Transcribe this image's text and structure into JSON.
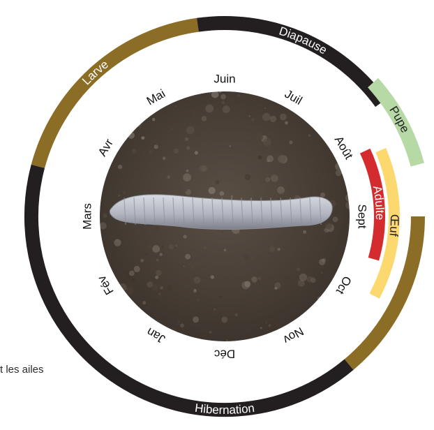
{
  "caption": "t les ailes",
  "colors": {
    "larve": "#8b6d26",
    "hibernation": "#231f20",
    "diapause": "#231f20",
    "pupe": "#b6d9a6",
    "oeuf": "#fbd96e",
    "adulte": "#d42b2f",
    "background": "#ffffff"
  },
  "photo": {
    "subject": "larva-on-soil",
    "soil_color": "#4a4037",
    "larva_color": "#b9bcc5"
  },
  "months": [
    {
      "label": "Juin",
      "angle": 0
    },
    {
      "label": "Juil",
      "angle": 30
    },
    {
      "label": "Août",
      "angle": 60
    },
    {
      "label": "Sept",
      "angle": 90
    },
    {
      "label": "Oct",
      "angle": 120
    },
    {
      "label": "Nov",
      "angle": 150
    },
    {
      "label": "Déc",
      "angle": 180
    },
    {
      "label": "Jan",
      "angle": 210
    },
    {
      "label": "Fév",
      "angle": 240
    },
    {
      "label": "Mars",
      "angle": 270
    },
    {
      "label": "Avr",
      "angle": 300
    },
    {
      "label": "Mai",
      "angle": 330
    }
  ],
  "stages": [
    {
      "id": "larve",
      "label": "Larve",
      "start": 285,
      "end": 352,
      "color": "#8b6d26",
      "ring": "outer",
      "text_color": "#ffffff",
      "label_angle": 318
    },
    {
      "id": "diapause",
      "label": "Diapause",
      "start": 352,
      "end": 54,
      "color": "#231f20",
      "ring": "outer",
      "text_color": "#ffffff",
      "label_angle": 24
    },
    {
      "id": "pupe",
      "label": "Pupe",
      "start": 48,
      "end": 75,
      "color": "#b6d9a6",
      "ring": "pupe",
      "text_color": "#231f20",
      "label_angle": 61
    },
    {
      "id": "oeuf",
      "label": "Œuf",
      "start": 67,
      "end": 118,
      "color": "#fbd96e",
      "ring": "oeuf",
      "text_color": "#231f20",
      "label_angle": 93
    },
    {
      "id": "adulte",
      "label": "Adulte",
      "start": 65,
      "end": 106,
      "color": "#d42b2f",
      "ring": "adulte",
      "text_color": "#ffffff",
      "label_angle": 85
    },
    {
      "id": "larve-late",
      "label": "",
      "start": 90,
      "end": 140,
      "color": "#8b6d26",
      "ring": "outer",
      "text_color": "#ffffff",
      "label_angle": 115
    },
    {
      "id": "hibernation",
      "label": "Hibernation",
      "start": 140,
      "end": 285,
      "color": "#231f20",
      "ring": "outer",
      "text_color": "#ffffff",
      "label_angle": 180
    }
  ]
}
